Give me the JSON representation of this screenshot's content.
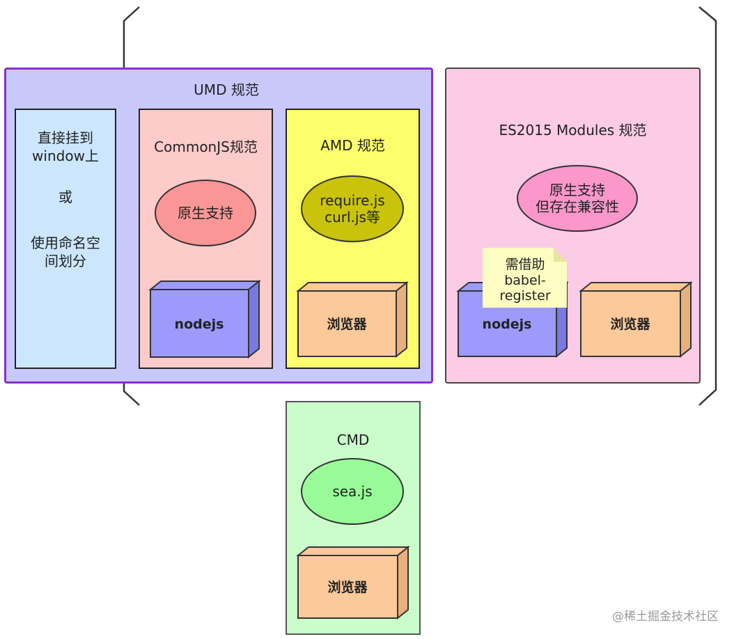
{
  "umd": {
    "title": "UMD 规范",
    "global": {
      "line1": "直接挂到\nwindow上",
      "or": "或",
      "line2": "使用命名空\n间划分"
    },
    "commonjs": {
      "title": "CommonJS规范",
      "ellipse": "原生支持",
      "cube": "nodejs"
    },
    "amd": {
      "title": "AMD 规范",
      "ellipse": "require.js\ncurl.js等",
      "cube": "浏览器"
    }
  },
  "es2015": {
    "title": "ES2015 Modules 规范",
    "ellipse": "原生支持\n但存在兼容性",
    "note": [
      "需借助",
      "babel-",
      "register"
    ],
    "cube_node": "nodejs",
    "cube_browser": "浏览器"
  },
  "cmd": {
    "title": "CMD",
    "ellipse": "sea.js",
    "cube": "浏览器"
  },
  "watermark": "@稀土掘金技术社区",
  "colors": {
    "umd_bg": "#c9c8fb",
    "umd_border": "#8a2ecf",
    "global_bg": "#cce6fd",
    "commonjs_bg": "#fccbca",
    "commonjs_ellipse": "#fb9696",
    "amd_bg": "#fefe6c",
    "amd_ellipse": "#c9c30c",
    "es_bg": "#fccbe6",
    "es_ellipse": "#fb97cb",
    "cmd_bg": "#cbfdcb",
    "cmd_ellipse": "#98fb98",
    "cube_node": "#9c9bfb",
    "cube_browser": "#fcc99a",
    "note_bg": "#fdfdc2"
  }
}
